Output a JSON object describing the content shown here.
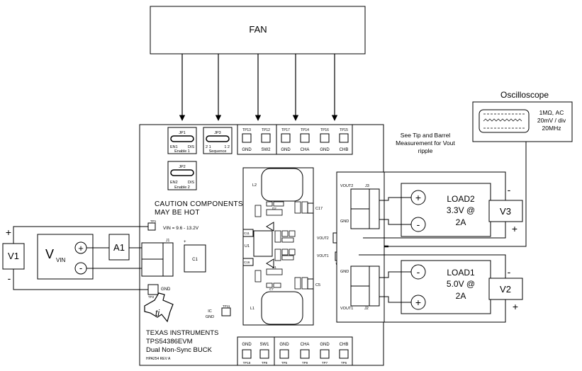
{
  "fan": {
    "label": "FAN"
  },
  "scope": {
    "title": "Oscilloscope",
    "line1": "1MΩ, AC",
    "line2": "20mV / div",
    "line3": "20MHz"
  },
  "note": {
    "line1": "See Tip and Barrel",
    "line2": "Measurement for Vout",
    "line3": "ripple"
  },
  "board": {
    "caution1": "CAUTION  COMPONENTS",
    "caution2": "MAY BE HOT",
    "vin_range": "VIN = 9.6 - 13.2V",
    "maker": "TEXAS INSTRUMENTS",
    "part": "TPS54386EVM",
    "desc": "Dual Non-Sync BUCK",
    "rev": "HPA254 REV A",
    "tp1": "TP1",
    "tp2": "TP2",
    "gnd_tp2": "GND",
    "tp11": "TP11",
    "ic_gnd1": "IC",
    "ic_gnd2": "GND",
    "j1": "J1",
    "c1": "C1",
    "l1": "L1",
    "l2": "L2",
    "u1": "U1",
    "c11": "C11",
    "c16": "C16",
    "c17": "C17",
    "c5": "C5",
    "c7": "C7",
    "d1": "D1",
    "d2": "D2",
    "jp1": {
      "name": "JP1",
      "en": "EN1",
      "dis": "DIS",
      "caption": "Enable 1"
    },
    "jp2": {
      "name": "JP2",
      "en": "EN2",
      "dis": "DIS",
      "caption": "Enable 2"
    },
    "jp3": {
      "name": "JP3",
      "left": "2 1",
      "right": "1 2",
      "caption": "Sequence"
    },
    "top_tps": [
      {
        "top": "TP13",
        "bottom": "GND"
      },
      {
        "top": "TP12",
        "bottom": "SW2"
      },
      {
        "top": "TP17",
        "bottom": "GND"
      },
      {
        "top": "TP14",
        "bottom": "CHA"
      },
      {
        "top": "TP16",
        "bottom": "GND"
      },
      {
        "top": "TP15",
        "bottom": "CHB"
      }
    ],
    "bottom_tps": [
      {
        "top": "GND",
        "bottom": "TP18"
      },
      {
        "top": "SW1",
        "bottom": "TP8"
      },
      {
        "top": "GND",
        "bottom": "TP5"
      },
      {
        "top": "CHA",
        "bottom": "TP9"
      },
      {
        "top": "GND",
        "bottom": "TP7"
      },
      {
        "top": "CHB",
        "bottom": "TP6"
      }
    ],
    "vout2": "VOUT2",
    "j3": "J3",
    "gnd_j3": "GND",
    "vout1": "VOUT1",
    "j2": "J2",
    "gnd_j2": "GND",
    "tp3": "TP3",
    "tp4": "TP4",
    "tp10": "TP10",
    "vout2_short": "VOUT2",
    "vout1_short": "VOUT1"
  },
  "sources": {
    "v1": "V1",
    "vin_v": "V",
    "vin_sub": "VIN",
    "plus_sym": "+",
    "minus_sym": "-",
    "a1": "A1"
  },
  "load2": {
    "name": "LOAD2",
    "voltage": "3.3V @",
    "current": "2A",
    "meter": "V3",
    "plus": "+",
    "minus": "-"
  },
  "load1": {
    "name": "LOAD1",
    "voltage": "5.0V @",
    "current": "2A",
    "meter": "V2",
    "plus": "+",
    "minus": "-"
  }
}
